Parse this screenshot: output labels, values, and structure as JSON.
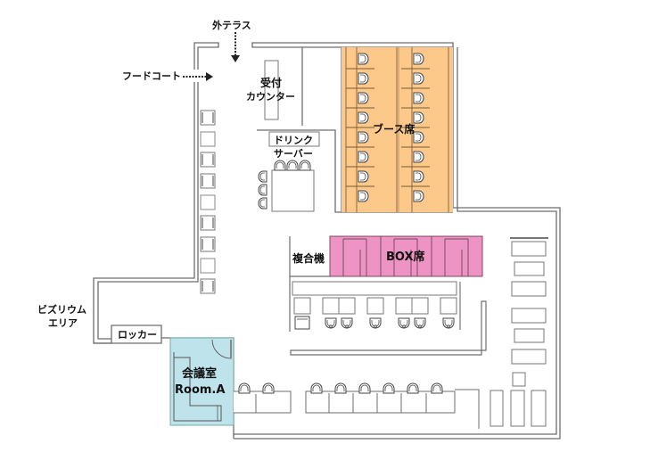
{
  "floor_plan": {
    "colors": {
      "wall": "#6e6e6e",
      "booth_area": "#fcc98a",
      "box_area": "#ee94c4",
      "meeting_room": "#bfe3ea",
      "furniture_fill": "#ffffff"
    },
    "labels": {
      "outside_terrace": "外テラス",
      "food_court": "フードコート",
      "reception_line1": "受付",
      "reception_line2": "カウンター",
      "drink_line1": "ドリンク",
      "drink_line2": "サーバー",
      "booth_seats": "ブース席",
      "copier": "複合機",
      "box_seats": "BOX席",
      "business_area_line1": "ビズリウム",
      "business_area_line2": "エリア",
      "locker": "ロッカー",
      "meeting_room_line1": "会議室",
      "meeting_room_line2": "Room.A"
    },
    "arrows": {
      "outside_terrace": "down",
      "food_court": "right"
    },
    "counts": {
      "booth_seats_per_column": 8,
      "booth_columns": 2,
      "box_units": 3,
      "counter_chairs": 8,
      "bottom_counter_chairs": 8,
      "left_corridor_seats": 9,
      "right_wall_units": 6
    }
  }
}
